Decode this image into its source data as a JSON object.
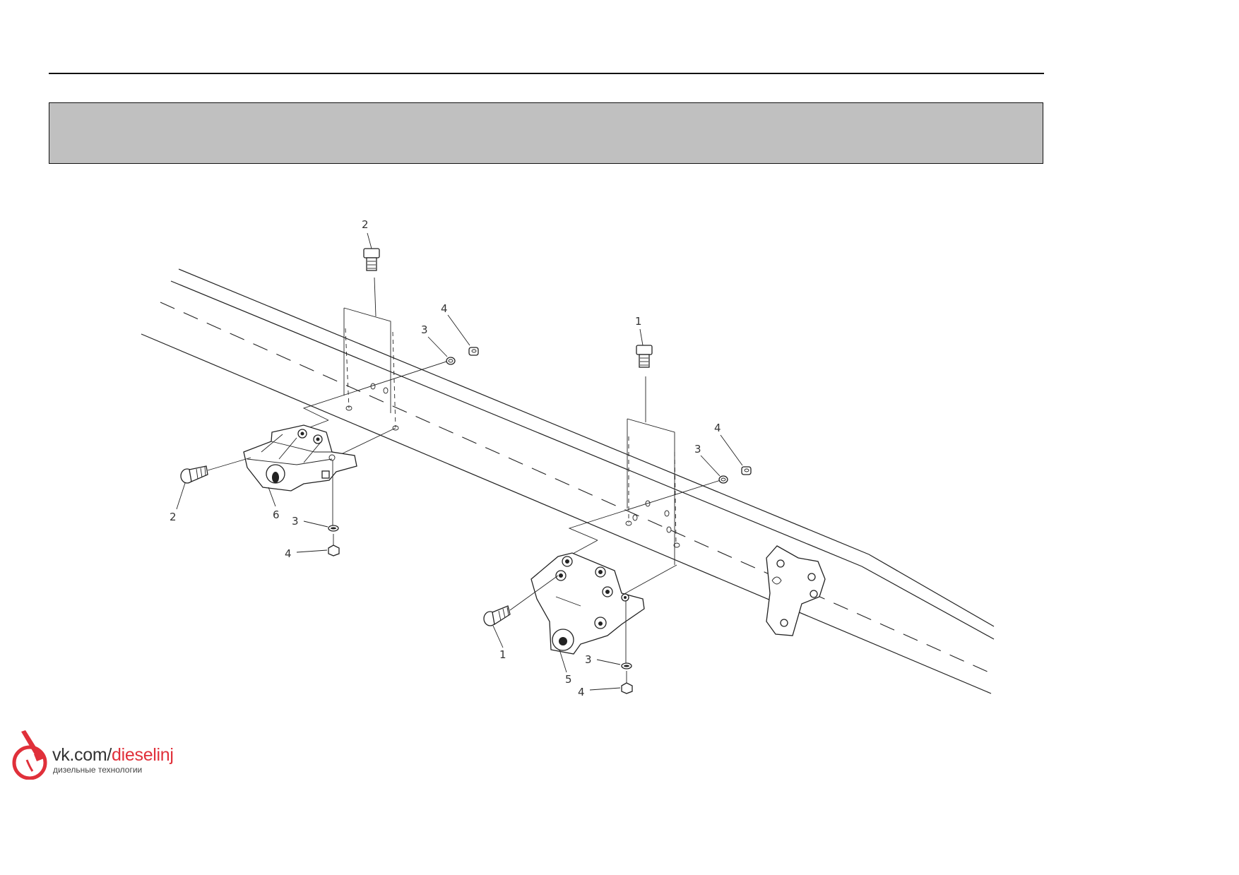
{
  "header": {
    "banner_text": ""
  },
  "callouts": {
    "bolt_2_top": "2",
    "bolt_1_top": "1",
    "washer_3_top_left": "3",
    "nut_4_top_left": "4",
    "washer_3_top_right": "3",
    "nut_4_top_right": "4",
    "bolt_2_side": "2",
    "bracket_6": "6",
    "washer_3_left_bottom": "3",
    "nut_4_left_bottom": "4",
    "bolt_1_side": "1",
    "bracket_5": "5",
    "washer_3_right_bottom": "3",
    "nut_4_right_bottom": "4"
  },
  "watermark": {
    "url_prefix": "vk.com/",
    "url_accent": "dieselinj",
    "tagline": "дизельные технологии",
    "accent_color": "#e0303a"
  }
}
